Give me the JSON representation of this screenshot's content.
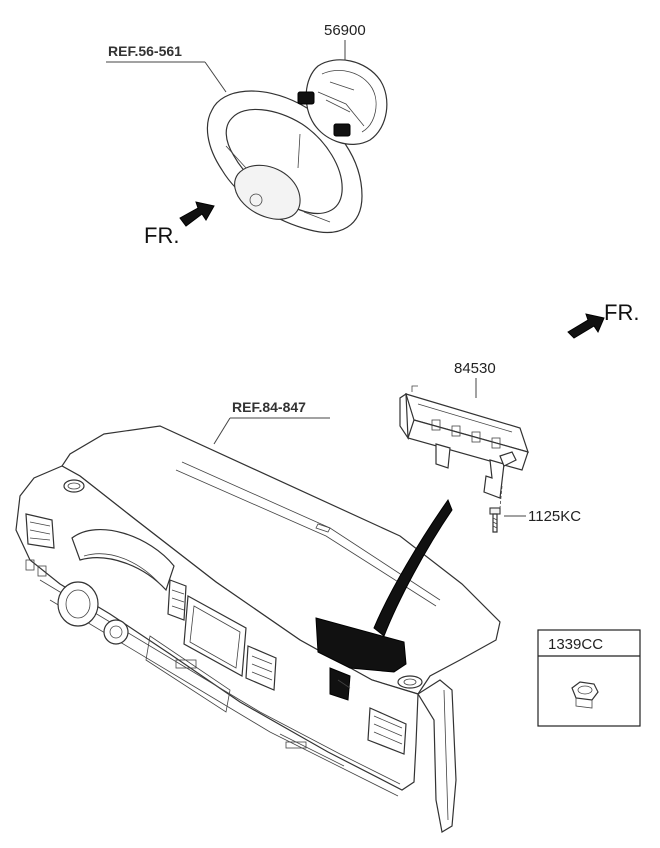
{
  "labels": {
    "steering_airbag_part": "56900",
    "steering_ref": "REF.56-561",
    "passenger_airbag_part": "84530",
    "dash_ref": "REF.84-847",
    "bolt_part": "1125KC",
    "nut_part": "1339CC",
    "front_top": "FR.",
    "front_right": "FR."
  }
}
